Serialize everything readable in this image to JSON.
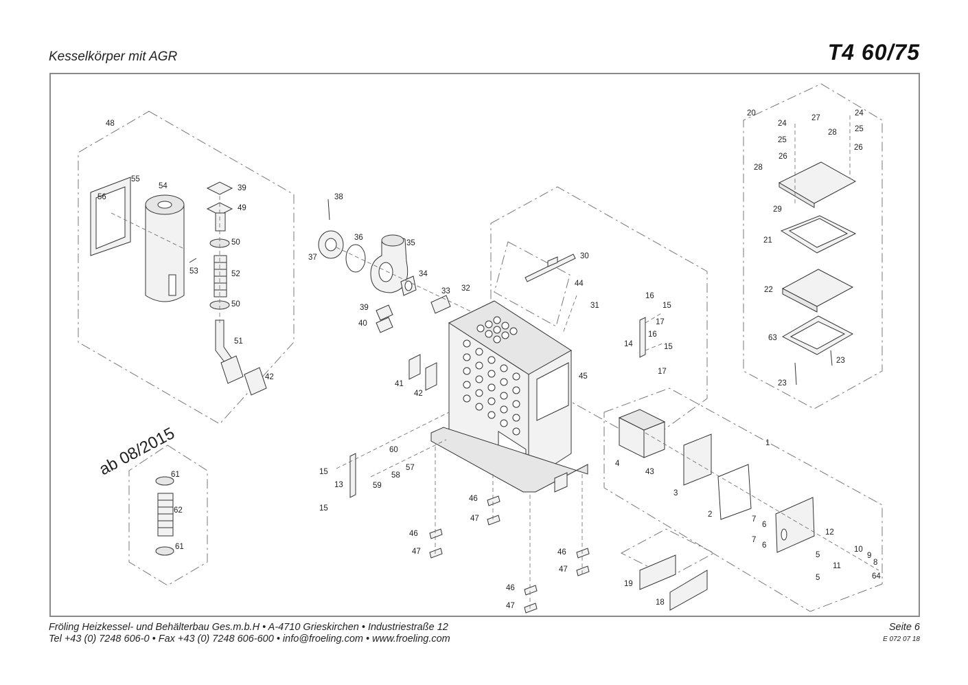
{
  "header": {
    "title": "Kesselkörper mit AGR",
    "model": "T4 60/75"
  },
  "note": "ab 08/2015",
  "callouts": [
    "1",
    "2",
    "3",
    "4",
    "5",
    "6",
    "7",
    "8",
    "9",
    "10",
    "11",
    "12",
    "13",
    "14",
    "15",
    "16",
    "17",
    "18",
    "19",
    "20",
    "21",
    "22",
    "23",
    "24",
    "25",
    "26",
    "27",
    "28",
    "29",
    "30",
    "31",
    "32",
    "33",
    "34",
    "35",
    "36",
    "37",
    "38",
    "39",
    "40",
    "41",
    "42",
    "43",
    "44",
    "45",
    "46",
    "47",
    "48",
    "49",
    "50",
    "51",
    "52",
    "53",
    "54",
    "55",
    "56",
    "57",
    "58",
    "59",
    "60",
    "61",
    "62",
    "63",
    "64"
  ],
  "footer": {
    "line1": "Fröling Heizkessel- und Behälterbau Ges.m.b.H   •  A-4710 Grieskirchen   •  Industriestraße 12",
    "line2": "Tel +43 (0) 7248 606-0   •  Fax +43 (0) 7248 606-600  •  info@froeling.com   •  www.froeling.com",
    "page": "Seite 6",
    "code": "E 072 07 18"
  },
  "colors": {
    "frame": "#8a8a8a",
    "lines": "#333333",
    "background": "#ffffff"
  }
}
